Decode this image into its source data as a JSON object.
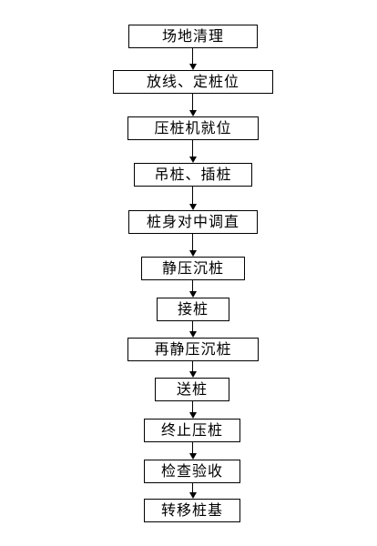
{
  "flowchart": {
    "steps": [
      "场地清理",
      "放线、定桩位",
      "压桩机就位",
      "吊桩、插桩",
      "桩身对中调直",
      "静压沉桩",
      "接桩",
      "再静压沉桩",
      "送桩",
      "终止压桩",
      "检查验收",
      "转移桩基"
    ]
  },
  "colors": {
    "line": "#000000",
    "box_fill": "#ffffff",
    "text": "#000000"
  }
}
